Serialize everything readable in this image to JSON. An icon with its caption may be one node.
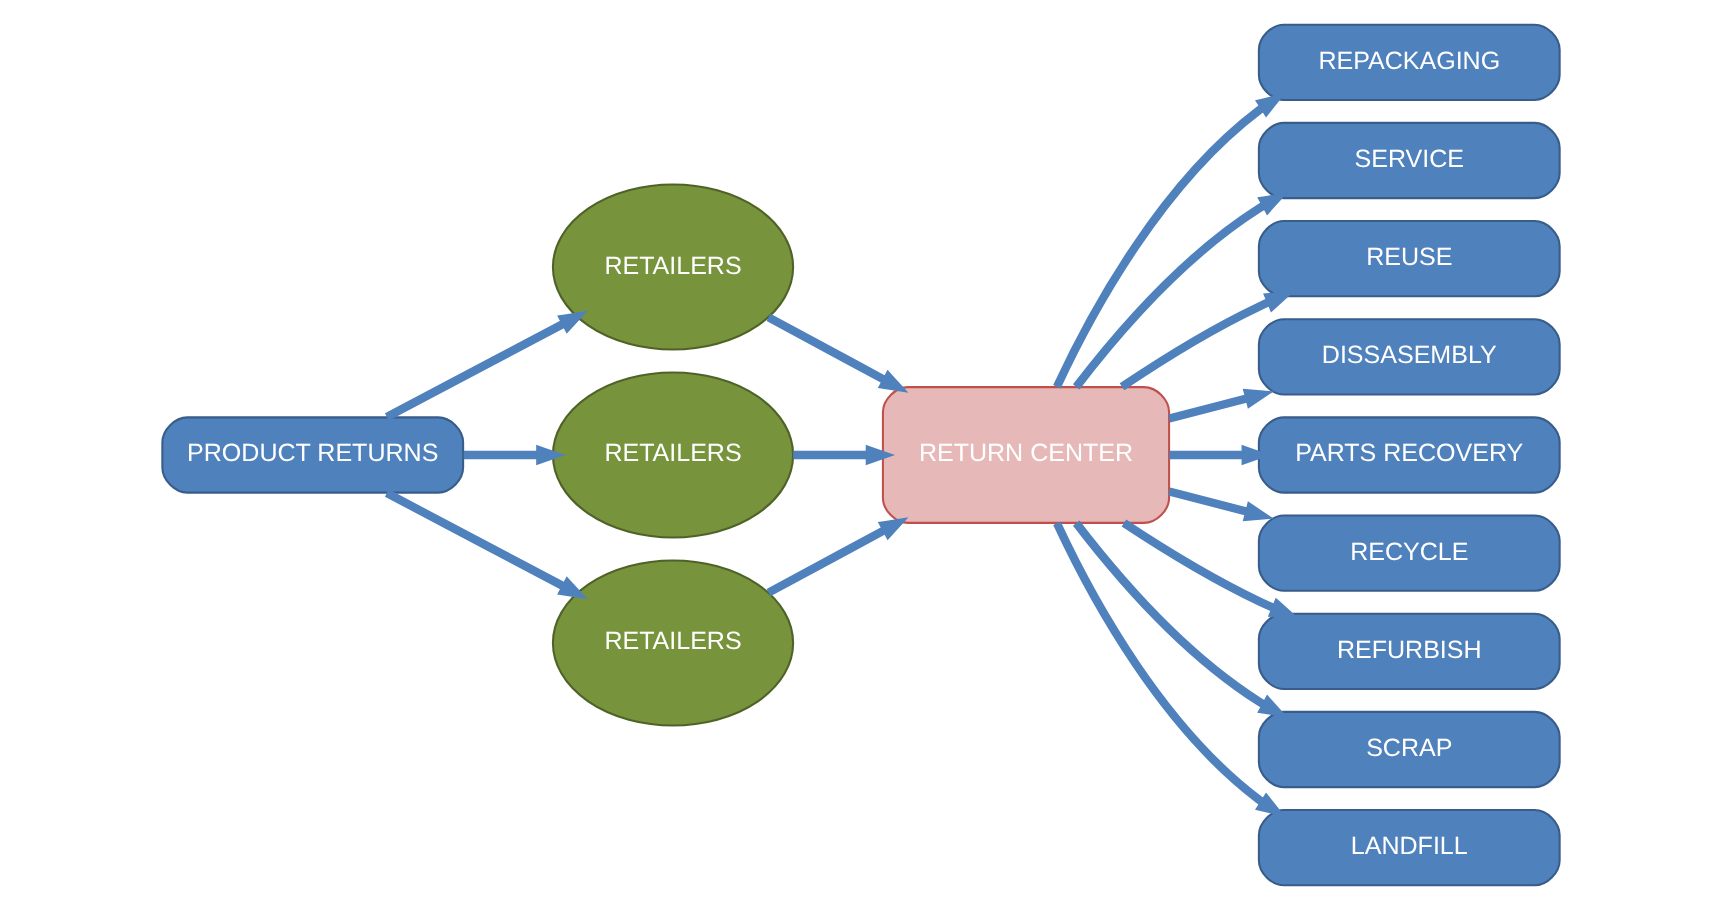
{
  "diagram": {
    "nodes": [
      {
        "text": [
          "PRODUCT RETURNS"
        ]
      },
      {
        "text": [
          "RETAILERS"
        ]
      },
      {
        "text": [
          "RETAILERS"
        ]
      },
      {
        "text": [
          "RETAILERS"
        ]
      },
      {
        "text": [
          "RETURN CENTER"
        ]
      },
      {
        "text": [
          "REPACKAGING"
        ]
      },
      {
        "text": [
          "SERVICE"
        ]
      },
      {
        "text": [
          "REUSE"
        ]
      },
      {
        "text": [
          "DISSASEMBLY"
        ]
      },
      {
        "text": [
          "PARTS RECOVERY"
        ]
      },
      {
        "text": [
          "RECYCLE"
        ]
      },
      {
        "text": [
          "REFURBISH"
        ]
      },
      {
        "text": [
          "SCRAP"
        ]
      },
      {
        "text": [
          "LANDFILL"
        ]
      }
    ],
    "edges": [
      {
        "from": 0,
        "to": 1,
        "arrow": "to"
      },
      {
        "from": 0,
        "to": 2,
        "arrow": "to"
      },
      {
        "from": 0,
        "to": 3,
        "arrow": "to"
      },
      {
        "from": 1,
        "to": 4,
        "arrow": "to"
      },
      {
        "from": 2,
        "to": 4,
        "arrow": "to"
      },
      {
        "from": 3,
        "to": 4,
        "arrow": "to"
      },
      {
        "from": 4,
        "to": 5,
        "arrow": "to"
      },
      {
        "from": 4,
        "to": 6,
        "arrow": "to"
      },
      {
        "from": 4,
        "to": 7,
        "arrow": "to"
      },
      {
        "from": 4,
        "to": 8,
        "arrow": "to"
      },
      {
        "from": 4,
        "to": 9,
        "arrow": "to"
      },
      {
        "from": 4,
        "to": 10,
        "arrow": "to"
      },
      {
        "from": 4,
        "to": 11,
        "arrow": "to"
      },
      {
        "from": 4,
        "to": 12,
        "arrow": "to"
      },
      {
        "from": 4,
        "to": 13,
        "arrow": "to"
      }
    ]
  }
}
